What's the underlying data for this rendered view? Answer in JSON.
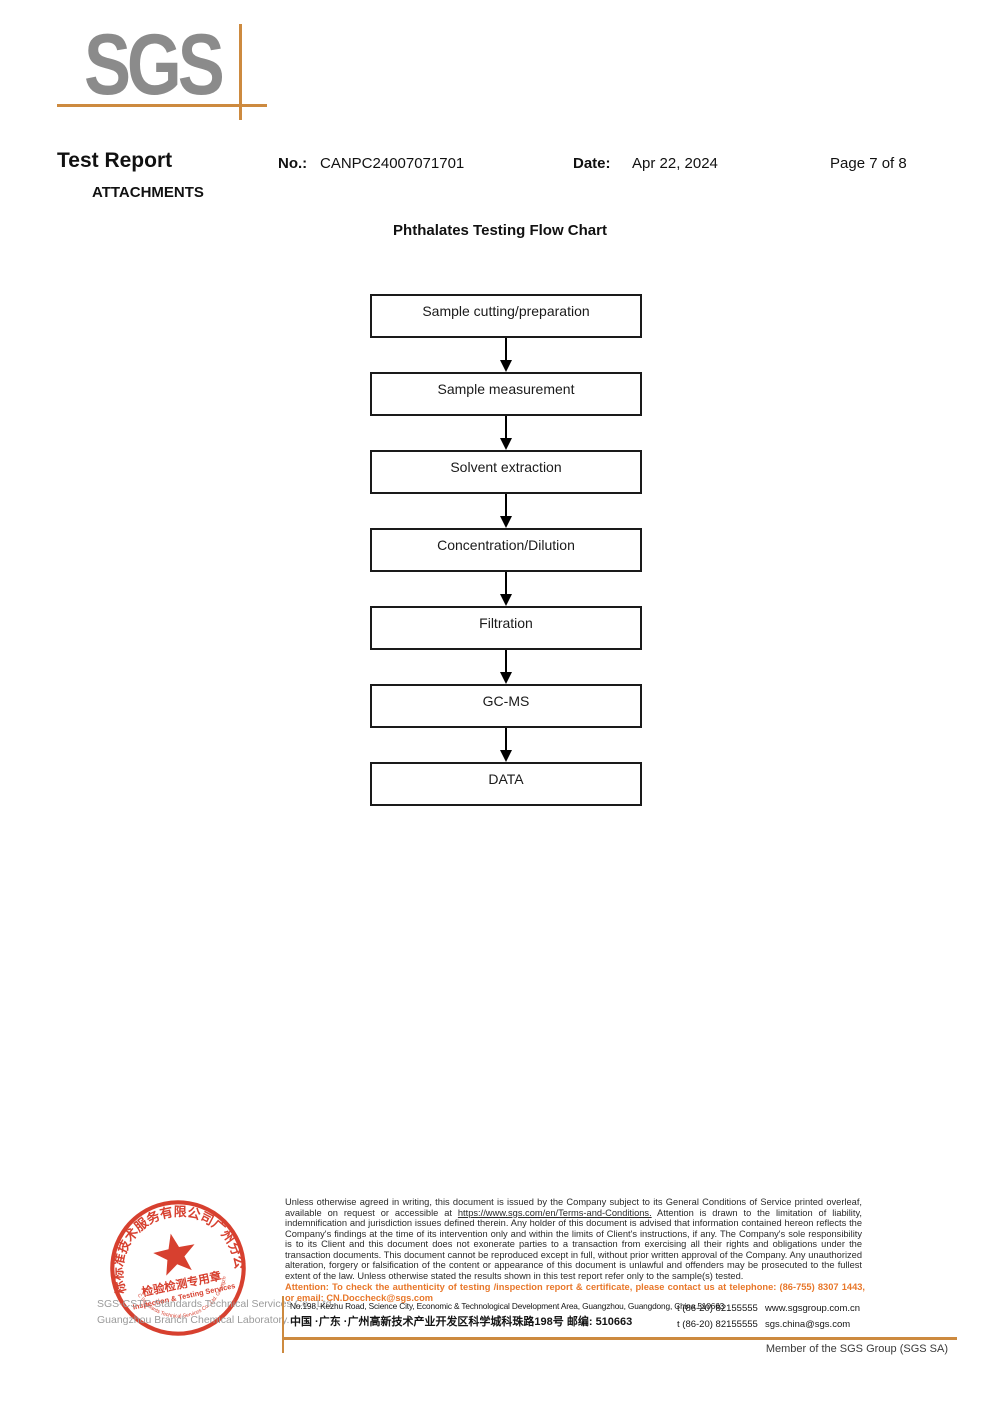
{
  "header": {
    "logo_text": "SGS",
    "title": "Test Report",
    "subtitle": "ATTACHMENTS",
    "no_label": "No.:",
    "no_value": "CANPC24007071701",
    "date_label": "Date:",
    "date_value": "Apr 22, 2024",
    "page_label": "Page 7 of 8"
  },
  "chart_title": "Phthalates Testing Flow Chart",
  "flowchart": {
    "steps": [
      "Sample cutting/preparation",
      "Sample measurement",
      "Solvent extraction",
      "Concentration/Dilution",
      "Filtration",
      "GC-MS",
      "DATA"
    ]
  },
  "footer": {
    "stamp": {
      "arc_text_cn": "通标标准技术服务有限公司广州分公司",
      "arc_text_en": "SGS-CSTC Standards Technical Services Co., Ltd. Guangzhou Branch",
      "center_line_cn": "检验检测专用章",
      "center_line_en": "Inspection & Testing Services"
    },
    "company_line1": "SGS-CSTC Standards Technical Services Co., Ltd.",
    "company_line2": "Guangzhou Branch Chemical Laboratory.",
    "legal_pre": "Unless otherwise agreed in writing, this document is issued by the Company subject to its General Conditions of Service printed overleaf, available on request or accessible at ",
    "legal_link": "https://www.sgs.com/en/Terms-and-Conditions.",
    "legal_post": " Attention is drawn to the limitation of liability, indemnification and jurisdiction issues defined therein. Any holder of this document is advised that information contained hereon reflects the Company's findings at the time of its intervention only and within the limits of Client's instructions, if any. The Company's sole responsibility is to its Client and this document does not exonerate parties to a transaction from exercising all their rights and obligations under the transaction documents. This document cannot be reproduced except in full, without prior written approval of the Company. Any unauthorized alteration, forgery or falsification of the content or appearance of this document is unlawful and offenders may be prosecuted to the fullest extent of the law. Unless otherwise stated the results shown in this test report refer only to the sample(s) tested.",
    "attention_text": "Attention: To check the authenticity of testing /inspection report & certificate, please contact us at telephone: (86-755) 8307 1443, or email: CN.Doccheck@sgs.com",
    "address_en": "No.198, Kezhu Road, Science City, Economic & Technological Development Area, Guangzhou, Guangdong, China 510663",
    "address_cn": "中国 ·广东 ·广州高新技术产业开发区科学城科珠路198号   邮编: 510663",
    "tel1": "t (86-20) 82155555",
    "tel2": "t (86-20) 82155555",
    "web": "www.sgsgroup.com.cn",
    "email": "sgs.china@sgs.com",
    "member_text": "Member of the SGS Group (SGS SA)"
  },
  "colors": {
    "logo_gray": "#8b8b8b",
    "accent_orange": "#cd8a3f",
    "attention_orange": "#e8772a",
    "stamp_red": "#d4301e"
  }
}
